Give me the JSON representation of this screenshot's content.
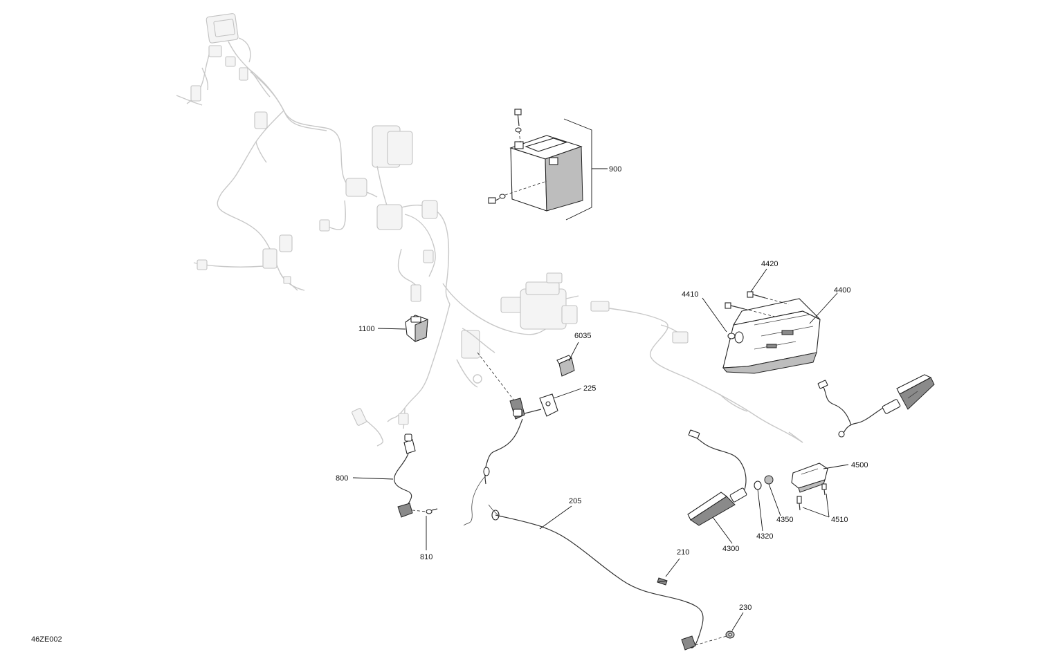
{
  "drawing_code": "46ZE002",
  "callouts": [
    {
      "id": "900",
      "text": "900"
    },
    {
      "id": "1100",
      "text": "1100"
    },
    {
      "id": "6035",
      "text": "6035"
    },
    {
      "id": "225",
      "text": "225"
    },
    {
      "id": "800",
      "text": "800"
    },
    {
      "id": "810",
      "text": "810"
    },
    {
      "id": "205",
      "text": "205"
    },
    {
      "id": "210",
      "text": "210"
    },
    {
      "id": "230",
      "text": "230"
    },
    {
      "id": "4420",
      "text": "4420"
    },
    {
      "id": "4410",
      "text": "4410"
    },
    {
      "id": "4400",
      "text": "4400"
    },
    {
      "id": "4500",
      "text": "4500"
    },
    {
      "id": "4510",
      "text": "4510"
    },
    {
      "id": "4350",
      "text": "4350"
    },
    {
      "id": "4320",
      "text": "4320"
    },
    {
      "id": "4300",
      "text": "4300"
    }
  ]
}
